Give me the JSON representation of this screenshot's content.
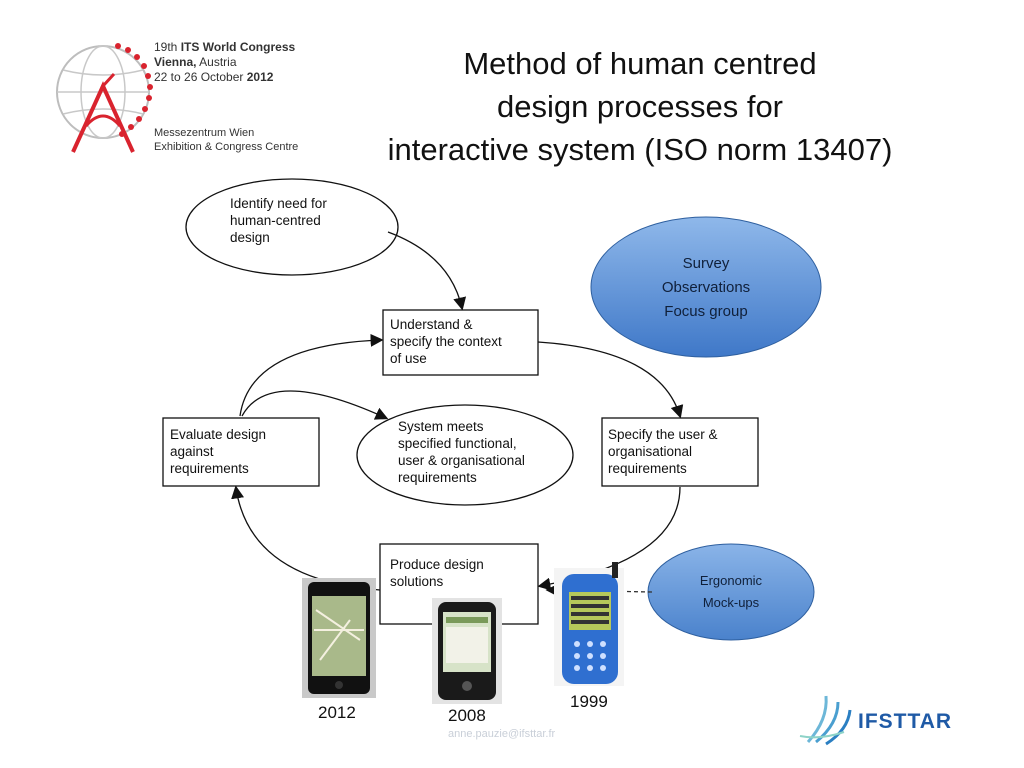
{
  "header": {
    "congress_line1_prefix": "19th ",
    "congress_line1_bold": "ITS World Congress",
    "congress_line2_bold": "Vienna,",
    "congress_line2_rest": " Austria",
    "congress_line3": "22 to 26 October ",
    "congress_line3_bold": "2012",
    "venue_line1": "Messezentrum Wien",
    "venue_line2": "Exhibition & Congress Centre"
  },
  "title": {
    "line1": "Method of human centred",
    "line2": "design processes for",
    "line3": "interactive system (ISO norm 13407)"
  },
  "diagram": {
    "identify_need": [
      "Identify need for",
      "human-centred",
      "design"
    ],
    "understand_context": [
      "Understand &",
      "specify the context",
      "of use"
    ],
    "specify_requirements": [
      "Specify the user &",
      "organisational",
      "requirements"
    ],
    "system_meets": [
      "System meets",
      "specified functional,",
      "user & organisational",
      "requirements"
    ],
    "evaluate_design": [
      "Evaluate design",
      "against",
      "requirements"
    ],
    "produce_design": [
      "Produce design",
      "solutions"
    ]
  },
  "callouts": {
    "methods": [
      "Survey",
      "Observations",
      "Focus group"
    ],
    "mockups": [
      "Ergonomic",
      "Mock-ups"
    ]
  },
  "phones": {
    "year_2012": "2012",
    "year_2008": "2008",
    "year_1999": "1999"
  },
  "footer": {
    "email": "anne.pauzie@ifsttar.fr",
    "brand": "IFSTTAR"
  },
  "colors": {
    "blue_ellipse_top": "#8fb8ea",
    "blue_ellipse_bottom": "#3f78c8",
    "logo_red": "#d9232e",
    "brand_blue": "#1f5aa6"
  }
}
